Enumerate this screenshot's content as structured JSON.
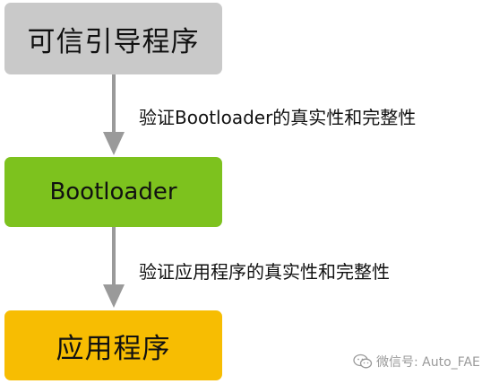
{
  "diagram": {
    "nodes": [
      {
        "id": "trusted_boot",
        "label": "可信引导程序",
        "color": "#c9c9c9"
      },
      {
        "id": "bootloader",
        "label": "Bootloader",
        "color": "#7dc21e"
      },
      {
        "id": "application",
        "label": "应用程序",
        "color": "#f7bd02"
      }
    ],
    "edges": [
      {
        "from": "trusted_boot",
        "to": "bootloader",
        "label": "验证Bootloader的真实性和完整性"
      },
      {
        "from": "bootloader",
        "to": "application",
        "label": "验证应用程序的真实性和完整性"
      }
    ],
    "arrow_color": "#9a9a9a"
  },
  "watermark": {
    "icon": "wechat-icon",
    "text": "微信号: Auto_FAE"
  }
}
